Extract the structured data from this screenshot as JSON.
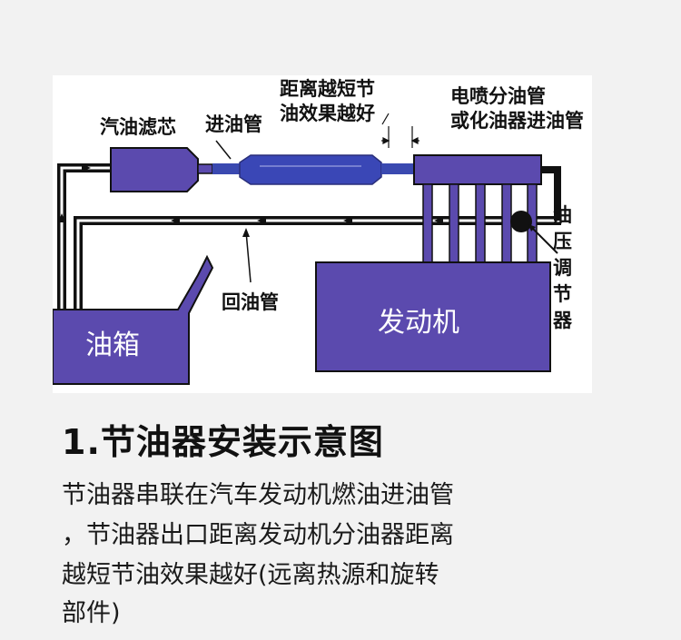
{
  "diagram": {
    "filter_label": "汽油滤芯",
    "inlet_pipe_label": "进油管",
    "distance_note_line1": "距离越短节",
    "distance_note_line2": "油效果越好",
    "manifold_label_line1": "电喷分油管",
    "manifold_label_line2": "或化油器进油管",
    "regulator_chars": [
      "油",
      "压",
      "调",
      "节",
      "器"
    ],
    "return_pipe_label": "回油管",
    "tank_label": "油箱",
    "engine_label": "发动机"
  },
  "title": "1.节油器安装示意图",
  "body_lines": [
    "节油器串联在汽车发动机燃油进油管",
    "，节油器出口距离发动机分油器距离",
    "越短节油效果越好(远离热源和旋转",
    "部件)"
  ],
  "colors": {
    "component": "#5b4aae",
    "component_stroke": "#111111",
    "pipe": "#111111",
    "background": "#f2f2f2"
  }
}
